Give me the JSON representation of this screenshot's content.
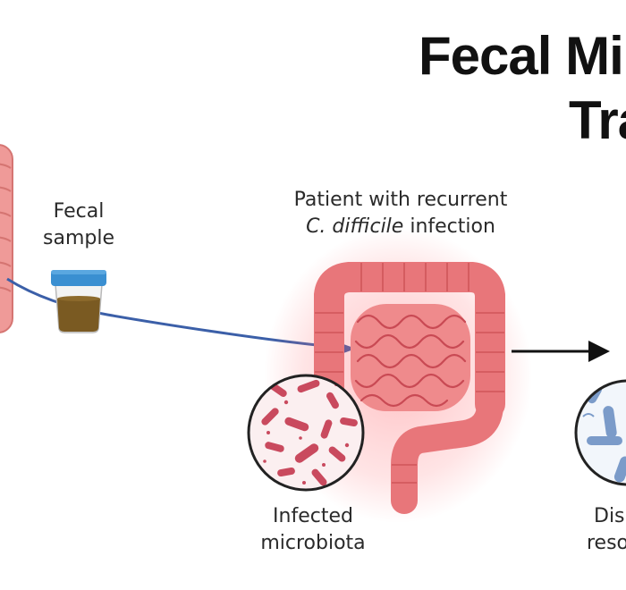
{
  "title": {
    "line1": "Fecal Mi",
    "line2": "Tra"
  },
  "fecal_sample": {
    "line1": "Fecal",
    "line2": "sample"
  },
  "patient": {
    "line1": "Patient with recurrent",
    "species": "C. difficile",
    "suffix": " infection"
  },
  "infected": {
    "line1": "Infected",
    "line2": "microbiota"
  },
  "right_label": {
    "line1": "Dis",
    "line2": "reso"
  },
  "colors": {
    "infected_gut": "#e8767a",
    "healthy_gut": "#ef9a98",
    "arrow_blue": "#3b5fa8",
    "arrow_black": "#111111",
    "bacteria_red": "#c94a5e",
    "bacteria_blue": "#7b9bc9",
    "jar_lid": "#3a8fd1",
    "jar_content": "#7a5a22"
  },
  "icons": {
    "donor_gut": "healthy-intestine-icon",
    "jar": "stool-sample-jar-icon",
    "patient_gut": "inflamed-intestine-icon",
    "microbiota": "bacteria-magnifier-icon"
  }
}
